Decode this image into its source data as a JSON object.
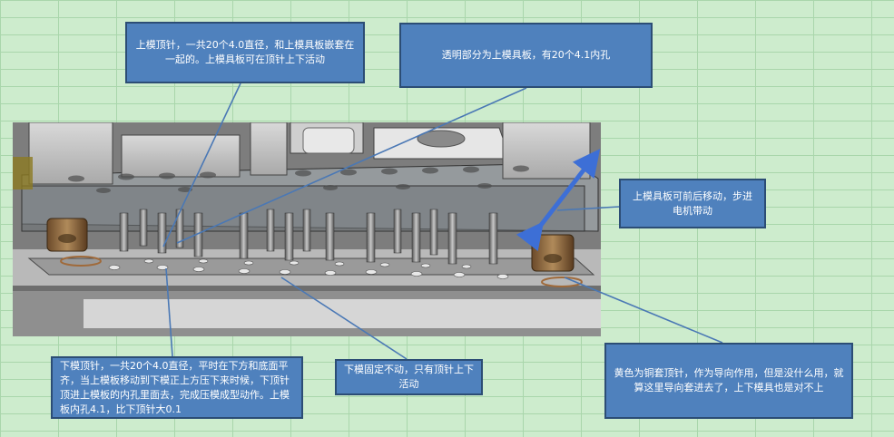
{
  "callouts": {
    "upper_ejector": "上模顶针，一共20个4.0直径，和上模具板嵌套在一起的。上模具板可在顶针上下活动",
    "transparent_plate": "透明部分为上模具板，有20个4.1内孔",
    "plate_motion": "上模具板可前后移动，步进电机带动",
    "lower_ejector": "下模顶针，一共20个4.0直径，平时在下方和底面平齐，当上模板移动到下模正上方压下来时候，下顶针顶进上模板的内孔里面去，完成压模成型动作。上模板内孔4.1，比下顶针大0.1",
    "lower_fixed": "下模固定不动，只有顶针上下活动",
    "copper_sleeve": "黄色为铜套顶针，作为导向作用，但是没什么用，就算这里导向套进去了，上下模具也是对不上"
  },
  "colors": {
    "callout_fill": "#4f81bd",
    "callout_border": "#2c4d75",
    "leader_line": "#4a78b5",
    "arrow": "#3d6fd6",
    "background": "#cdeccd"
  }
}
